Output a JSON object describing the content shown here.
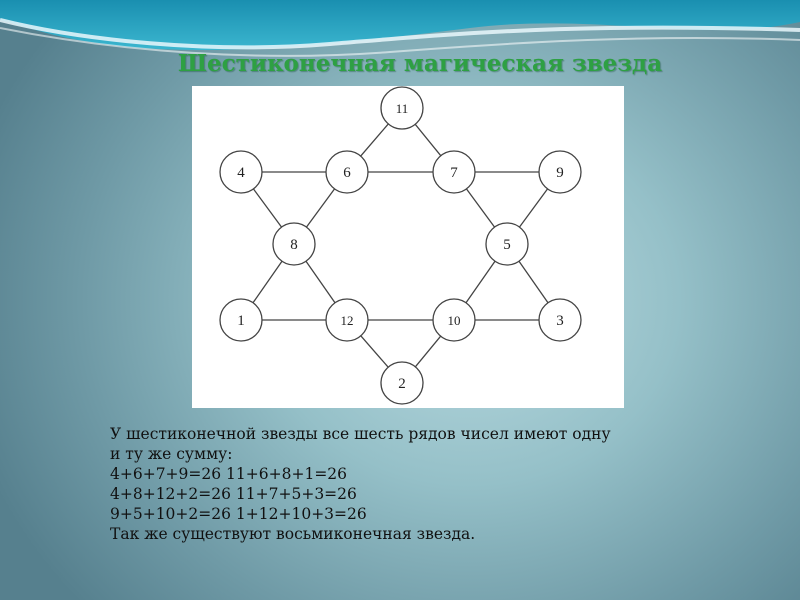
{
  "title": "Шестиконечная магическая звезда",
  "star": {
    "nodes": [
      {
        "id": "top",
        "value": "11"
      },
      {
        "id": "upper-left-outer",
        "value": "4"
      },
      {
        "id": "upper-left-inner",
        "value": "6"
      },
      {
        "id": "upper-right-inner",
        "value": "7"
      },
      {
        "id": "upper-right-outer",
        "value": "9"
      },
      {
        "id": "middle-left",
        "value": "8"
      },
      {
        "id": "middle-right",
        "value": "5"
      },
      {
        "id": "lower-left-outer",
        "value": "1"
      },
      {
        "id": "lower-left-inner",
        "value": "12"
      },
      {
        "id": "lower-right-inner",
        "value": "10"
      },
      {
        "id": "lower-right-outer",
        "value": "3"
      },
      {
        "id": "bottom",
        "value": "2"
      }
    ],
    "edges": [
      [
        "top",
        "upper-left-inner"
      ],
      [
        "top",
        "upper-right-inner"
      ],
      [
        "upper-left-outer",
        "upper-left-inner"
      ],
      [
        "upper-left-inner",
        "upper-right-inner"
      ],
      [
        "upper-right-inner",
        "upper-right-outer"
      ],
      [
        "upper-left-outer",
        "middle-left"
      ],
      [
        "upper-left-inner",
        "middle-left"
      ],
      [
        "upper-right-inner",
        "middle-right"
      ],
      [
        "upper-right-outer",
        "middle-right"
      ],
      [
        "middle-left",
        "lower-left-outer"
      ],
      [
        "middle-left",
        "lower-left-inner"
      ],
      [
        "middle-right",
        "lower-right-inner"
      ],
      [
        "middle-right",
        "lower-right-outer"
      ],
      [
        "lower-left-outer",
        "lower-left-inner"
      ],
      [
        "lower-left-inner",
        "lower-right-inner"
      ],
      [
        "lower-right-inner",
        "lower-right-outer"
      ],
      [
        "lower-left-inner",
        "bottom"
      ],
      [
        "lower-right-inner",
        "bottom"
      ]
    ]
  },
  "text": {
    "lines": [
      "У шестиконечной звезды все шесть рядов чисел имеют одну",
      "и ту же сумму:",
      "4+6+7+9=26 11+6+8+1=26",
      "4+8+12+2=26 11+7+5+3=26",
      "9+5+10+2=26 1+12+10+3=26",
      "Так же существуют восьмиконечная звезда."
    ]
  },
  "colors": {
    "title": "#2ea043",
    "panel": "#ffffff",
    "stroke": "#444444"
  }
}
